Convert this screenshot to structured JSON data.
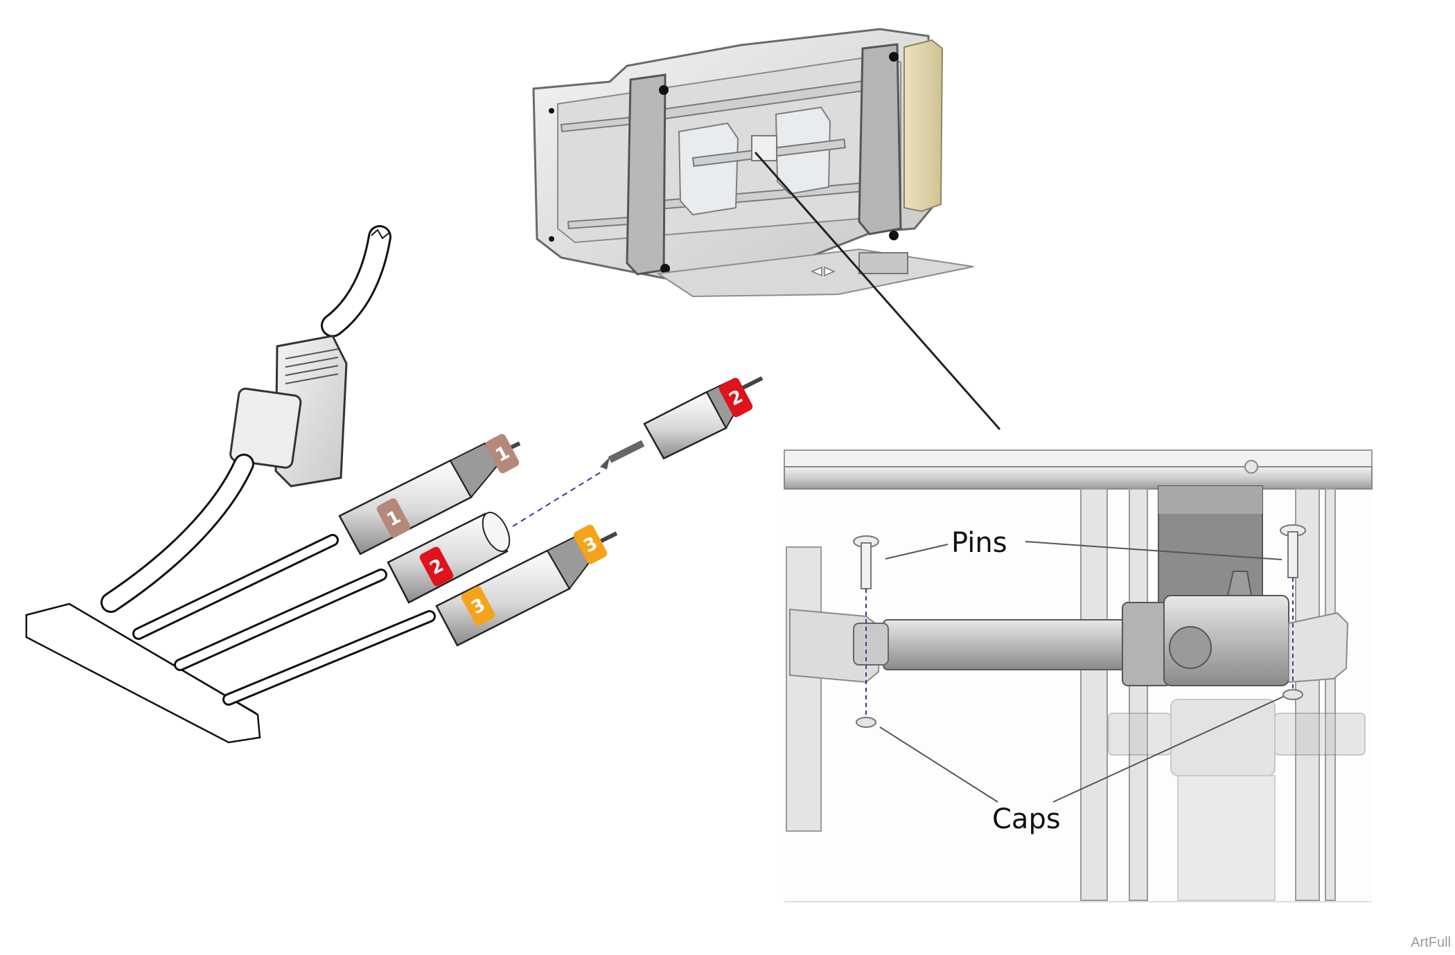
{
  "callouts": {
    "pins": "Pins",
    "caps": "Caps"
  },
  "connector_tags": [
    {
      "number": "1",
      "color": "#b58979"
    },
    {
      "number": "2",
      "color": "#e0121c"
    },
    {
      "number": "3",
      "color": "#f4a31b"
    }
  ],
  "watermark": "ArtFull",
  "colors": {
    "metal_light": "#e6e6e6",
    "metal_mid": "#bdbdbd",
    "metal_dark": "#7c7c7c",
    "beige": "#d9ceA4"
  }
}
